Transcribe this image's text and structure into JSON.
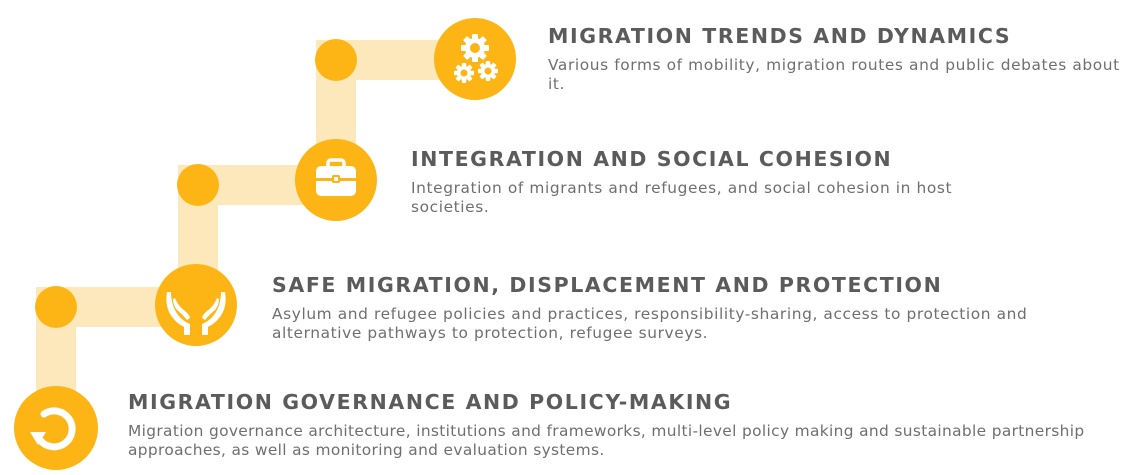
{
  "colors": {
    "accent": "#FDB515",
    "path": "#FDE8BC",
    "heading": "#5b5b5b",
    "text": "#6f6f6f"
  },
  "steps": [
    {
      "icon": "gears-icon",
      "title": "MIGRATION TRENDS AND DYNAMICS",
      "description": "Various forms of mobility, migration routes and public debates about it."
    },
    {
      "icon": "briefcase-icon",
      "title": "INTEGRATION AND SOCIAL COHESION",
      "description": "Integration of migrants and refugees, and social cohesion in host societies."
    },
    {
      "icon": "hands-icon",
      "title": "SAFE MIGRATION, DISPLACEMENT AND PROTECTION",
      "description": "Asylum and refugee policies and practices, responsibility-sharing, access to protection and alternative pathways to protection, refugee surveys."
    },
    {
      "icon": "cycle-icon",
      "title": "MIGRATION GOVERNANCE AND POLICY-MAKING",
      "description": "Migration governance architecture, institutions and frameworks, multi-level policy making and sustainable partnership approaches, as well as monitoring and evaluation systems."
    }
  ]
}
